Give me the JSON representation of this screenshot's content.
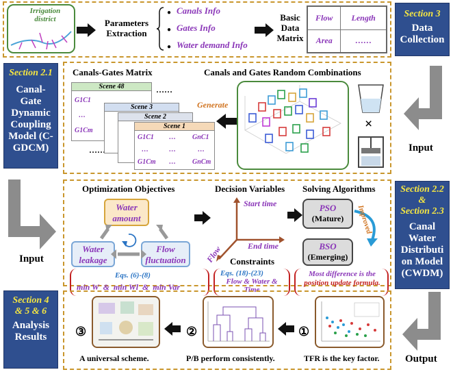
{
  "collection": {
    "irrigation_label": "Irrigation district",
    "extraction_label": "Parameters Extraction",
    "bullets": [
      "Canals Info",
      "Gates Info",
      "Water demand Info"
    ],
    "matrix_label": "Basic Data Matrix",
    "matrix_cells": [
      "Flow",
      "Length",
      "Area",
      "……"
    ]
  },
  "sections": {
    "s3_title": "Section 3",
    "s3_body": "Data Collection",
    "s21_title": "Section 2.1",
    "s21_body": "Canal-Gate Dynamic Coupling Model (C-GDCM)",
    "s2223_title_a": "Section 2.2",
    "s2223_amp": "&",
    "s2223_title_b": "Section 2.3",
    "s2223_body": "Canal Water Distributi on Model (CWDM)",
    "s456_title": "Section 4 & 5 & 6",
    "s456_body": "Analysis Results"
  },
  "side_labels": {
    "input_right": "Input",
    "input_left": "Input",
    "output": "Output"
  },
  "cgdcm": {
    "matrix_title": "Canals-Gates Matrix",
    "combos_title": "Canals and Gates Random Combinations",
    "generate": "Generate",
    "scenes": [
      "Scene 48",
      "Scene 3",
      "Scene 2",
      "Scene 1"
    ],
    "cells_front": [
      "G1C1",
      "…",
      "GnC1",
      "…",
      "…",
      "…",
      "G1Cm",
      "…",
      "GnCm"
    ],
    "cells_back": [
      "G1C1",
      "…",
      "G1Cm"
    ],
    "dots": "……"
  },
  "cwdm": {
    "objectives_title": "Optimization Objectives",
    "water_amount": "Water amount",
    "water_leakage": "Water leakage",
    "flow_fluctuation": "Flow fluctuation",
    "eqs_1": "Eqs. (6)-(8)",
    "formula": "min W  &  min Wl  &  min Var",
    "decision_title": "Decision Variables",
    "start_time": "Start time",
    "end_time": "End time",
    "flow": "Flow",
    "constraints_title": "Constraints",
    "eqs_2": "Eqs. (18)-(23)",
    "constraints_body": "Flow & Water & Time",
    "solving_title": "Solving Algorithms",
    "pso": "PSO",
    "pso_sub": "(Mature)",
    "bso": "BSO",
    "bso_sub": "(Emerging)",
    "improved": "Improved",
    "difference_a": "Most difference is the",
    "difference_b": "position update",
    "difference_c": "formula."
  },
  "results": {
    "n1": "①",
    "n2": "②",
    "n3": "③",
    "r1": "TFR is the key factor.",
    "r2": "P/B perform consistently.",
    "r3": "A universal scheme."
  },
  "colors": {
    "section_bg": "#2f4f8f",
    "section_title": "#f5e642",
    "dash": "#c9962c",
    "purple": "#8a36b8",
    "blue": "#2a74c4",
    "red": "#c21f1f"
  }
}
